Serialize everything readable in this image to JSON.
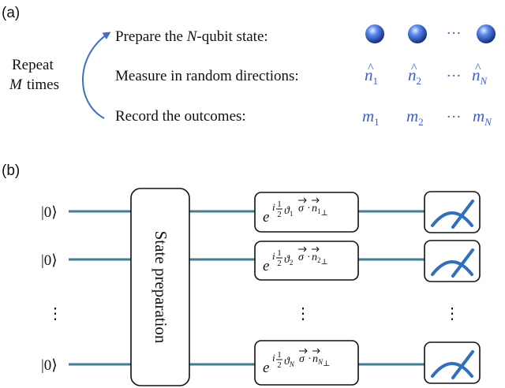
{
  "panel_a": {
    "label": "(a)",
    "repeat_line1": "Repeat",
    "repeat_m": "M",
    "repeat_times": "times",
    "step_prepare_pre": "Prepare the ",
    "step_prepare_n": "N",
    "step_prepare_post": "-qubit state:",
    "step_measure": "Measure in random directions:",
    "step_record": "Record the outcomes:",
    "dots": "···",
    "directions": [
      {
        "base": "n",
        "hat": "^",
        "sub": "1"
      },
      {
        "base": "n",
        "hat": "^",
        "sub": "2"
      },
      {
        "base": "n",
        "hat": "^",
        "sub": "N"
      }
    ],
    "outcomes": [
      {
        "base": "m",
        "sub": "1"
      },
      {
        "base": "m",
        "sub": "2"
      },
      {
        "base": "m",
        "sub": "N"
      }
    ],
    "colors": {
      "accent": "#3b5fd9",
      "arrow": "#3f6fc6",
      "qubit": "#2a5bd7"
    }
  },
  "panel_b": {
    "label": "(b)",
    "ket": "|0⟩",
    "state_prep": "State preparation",
    "vdots": "⋮",
    "gates": [
      {
        "e": "e",
        "i": "i",
        "num": "1",
        "den": "2",
        "theta": "ϑ",
        "tsub": "1",
        "sigma": "σ",
        "dot": "·",
        "n": "n",
        "nsub": "1",
        "perp": "⊥"
      },
      {
        "e": "e",
        "i": "i",
        "num": "1",
        "den": "2",
        "theta": "ϑ",
        "tsub": "2",
        "sigma": "σ",
        "dot": "·",
        "n": "n",
        "nsub": "2",
        "perp": "⊥"
      },
      {
        "e": "e",
        "i": "i",
        "num": "1",
        "den": "2",
        "theta": "ϑ",
        "tsub": "N",
        "sigma": "σ",
        "dot": "·",
        "n": "n",
        "nsub": "N",
        "perp": "⊥"
      }
    ],
    "colors": {
      "wire": "#3d7f93",
      "meter": "#2f6fc0"
    }
  }
}
